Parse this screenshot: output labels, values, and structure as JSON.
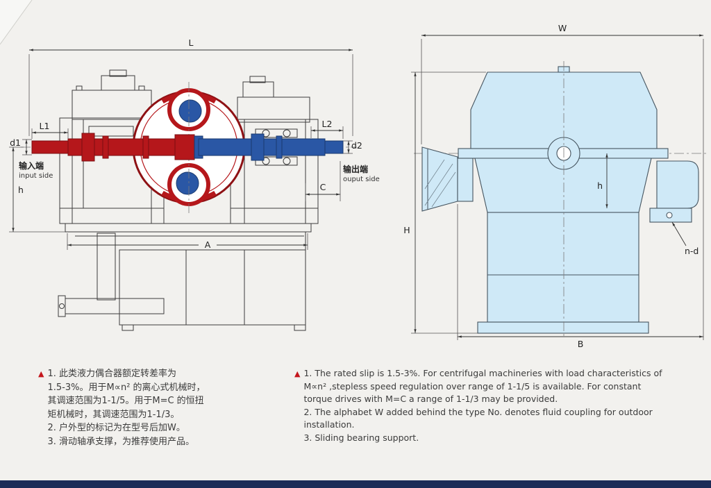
{
  "page": {
    "bg_color": "#f2f1ee",
    "footer_bar_color": "#1c2b57"
  },
  "colors": {
    "line": "#3c3c3c",
    "input_red": "#b5171b",
    "output_blue": "#2a57a5",
    "front_fill": "#cfe9f7",
    "note_marker_red": "#c4161c"
  },
  "side_view": {
    "labels": {
      "L": "L",
      "L1": "L1",
      "L2": "L2",
      "d1": "d1",
      "d2": "d2",
      "h": "h",
      "C": "C",
      "A": "A",
      "input_cn": "输入端",
      "input_en": "input side",
      "output_cn": "输出端",
      "output_en": "ouput side"
    }
  },
  "front_view": {
    "labels": {
      "W": "W",
      "H": "H",
      "h": "h",
      "B": "B",
      "n_d": "n-d"
    }
  },
  "notes_cn": {
    "marker": "▲",
    "lines": [
      "1. 此类液力偶合器额定转差率为",
      "1.5-3%。用于M∝n² 的离心式机械时，",
      "其调速范围为1-1/5。用于M=C 的恒扭",
      "矩机械时，其调速范围为1-1/3。",
      "2. 户外型的标记为在型号后加W。",
      "3. 滑动轴承支撑，为推荐使用产品。"
    ]
  },
  "notes_en": {
    "marker": "▲",
    "lines": [
      "1. The rated slip is 1.5-3%. For centrifugal machineries with load characteristics of",
      "M∝n² ,stepless speed regulation over range of 1-1/5 is available. For constant",
      "torque drives with M=C a range of 1-1/3 may be provided.",
      "2. The alphabet W added behind the type No. denotes fluid coupling for outdoor",
      "installation.",
      "3. Sliding bearing support."
    ]
  }
}
